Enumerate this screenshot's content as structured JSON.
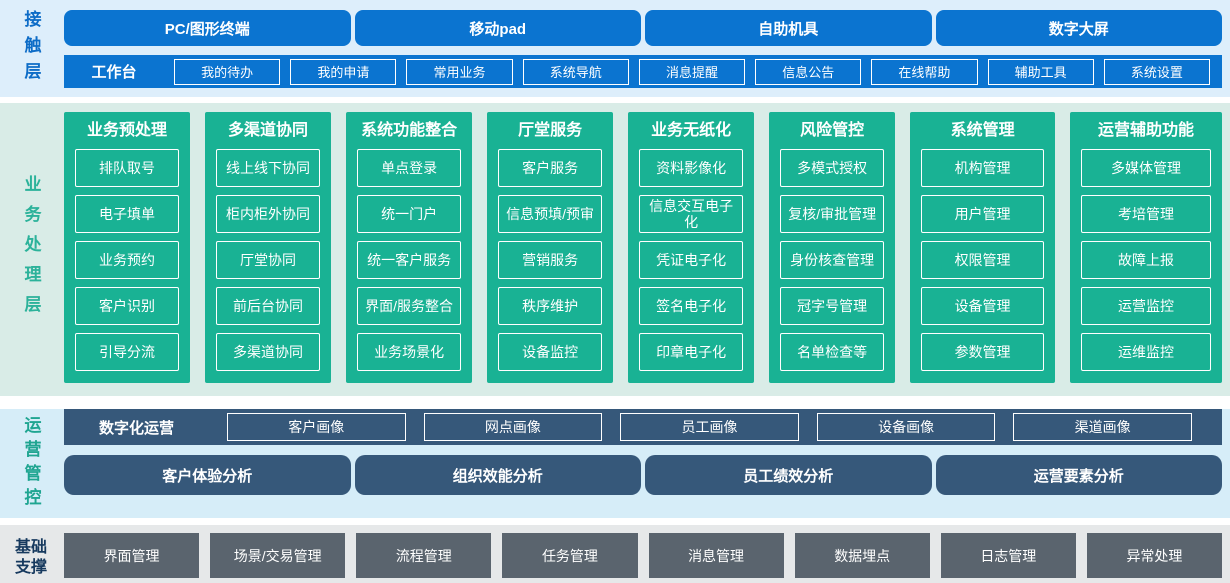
{
  "layers": {
    "contact": {
      "label": "接触层",
      "terminals": [
        "PC/图形终端",
        "移动pad",
        "自助机具",
        "数字大屏"
      ],
      "workbench": {
        "label": "工作台",
        "items": [
          "我的待办",
          "我的申请",
          "常用业务",
          "系统导航",
          "消息提醒",
          "信息公告",
          "在线帮助",
          "辅助工具",
          "系统设置"
        ]
      }
    },
    "business": {
      "label": "业务处理层",
      "columns": [
        {
          "title": "业务预处理",
          "items": [
            "排队取号",
            "电子填单",
            "业务预约",
            "客户识别",
            "引导分流"
          ]
        },
        {
          "title": "多渠道协同",
          "items": [
            "线上线下协同",
            "柜内柜外协同",
            "厅堂协同",
            "前后台协同",
            "多渠道协同"
          ]
        },
        {
          "title": "系统功能整合",
          "items": [
            "单点登录",
            "统一门户",
            "统一客户服务",
            "界面/服务整合",
            "业务场景化"
          ]
        },
        {
          "title": "厅堂服务",
          "items": [
            "客户服务",
            "信息预填/预审",
            "营销服务",
            "秩序维护",
            "设备监控"
          ]
        },
        {
          "title": "业务无纸化",
          "items": [
            "资料影像化",
            "信息交互电子化",
            "凭证电子化",
            "签名电子化",
            "印章电子化"
          ]
        },
        {
          "title": "风险管控",
          "items": [
            "多模式授权",
            "复核/审批管理",
            "身份核查管理",
            "冠字号管理",
            "名单检查等"
          ]
        },
        {
          "title": "系统管理",
          "items": [
            "机构管理",
            "用户管理",
            "权限管理",
            "设备管理",
            "参数管理"
          ]
        },
        {
          "title": "运营辅助功能",
          "items": [
            "多媒体管理",
            "考培管理",
            "故障上报",
            "运营监控",
            "运维监控"
          ]
        }
      ]
    },
    "operations": {
      "label": "运营管控",
      "digital_ops": {
        "label": "数字化运营",
        "items": [
          "客户画像",
          "网点画像",
          "员工画像",
          "设备画像",
          "渠道画像"
        ]
      },
      "analysis": [
        "客户体验分析",
        "组织效能分析",
        "员工绩效分析",
        "运营要素分析"
      ]
    },
    "foundation": {
      "label": "基础支撑",
      "items": [
        "界面管理",
        "场景/交易管理",
        "流程管理",
        "任务管理",
        "消息管理",
        "数据埋点",
        "日志管理",
        "异常处理"
      ]
    }
  },
  "colors": {
    "blue": "#0b74d0",
    "teal": "#19b294",
    "slate": "#36587a",
    "gray": "#5a646e",
    "contact_bg": "#ddeefb",
    "business_bg": "#d9ece7",
    "ops_bg": "#d6edf8",
    "base_bg": "#e6e8e9",
    "contact_label": "#0d6cc7",
    "business_label": "#2bb29a",
    "ops_label": "#1fa591",
    "base_label": "#16395e"
  }
}
